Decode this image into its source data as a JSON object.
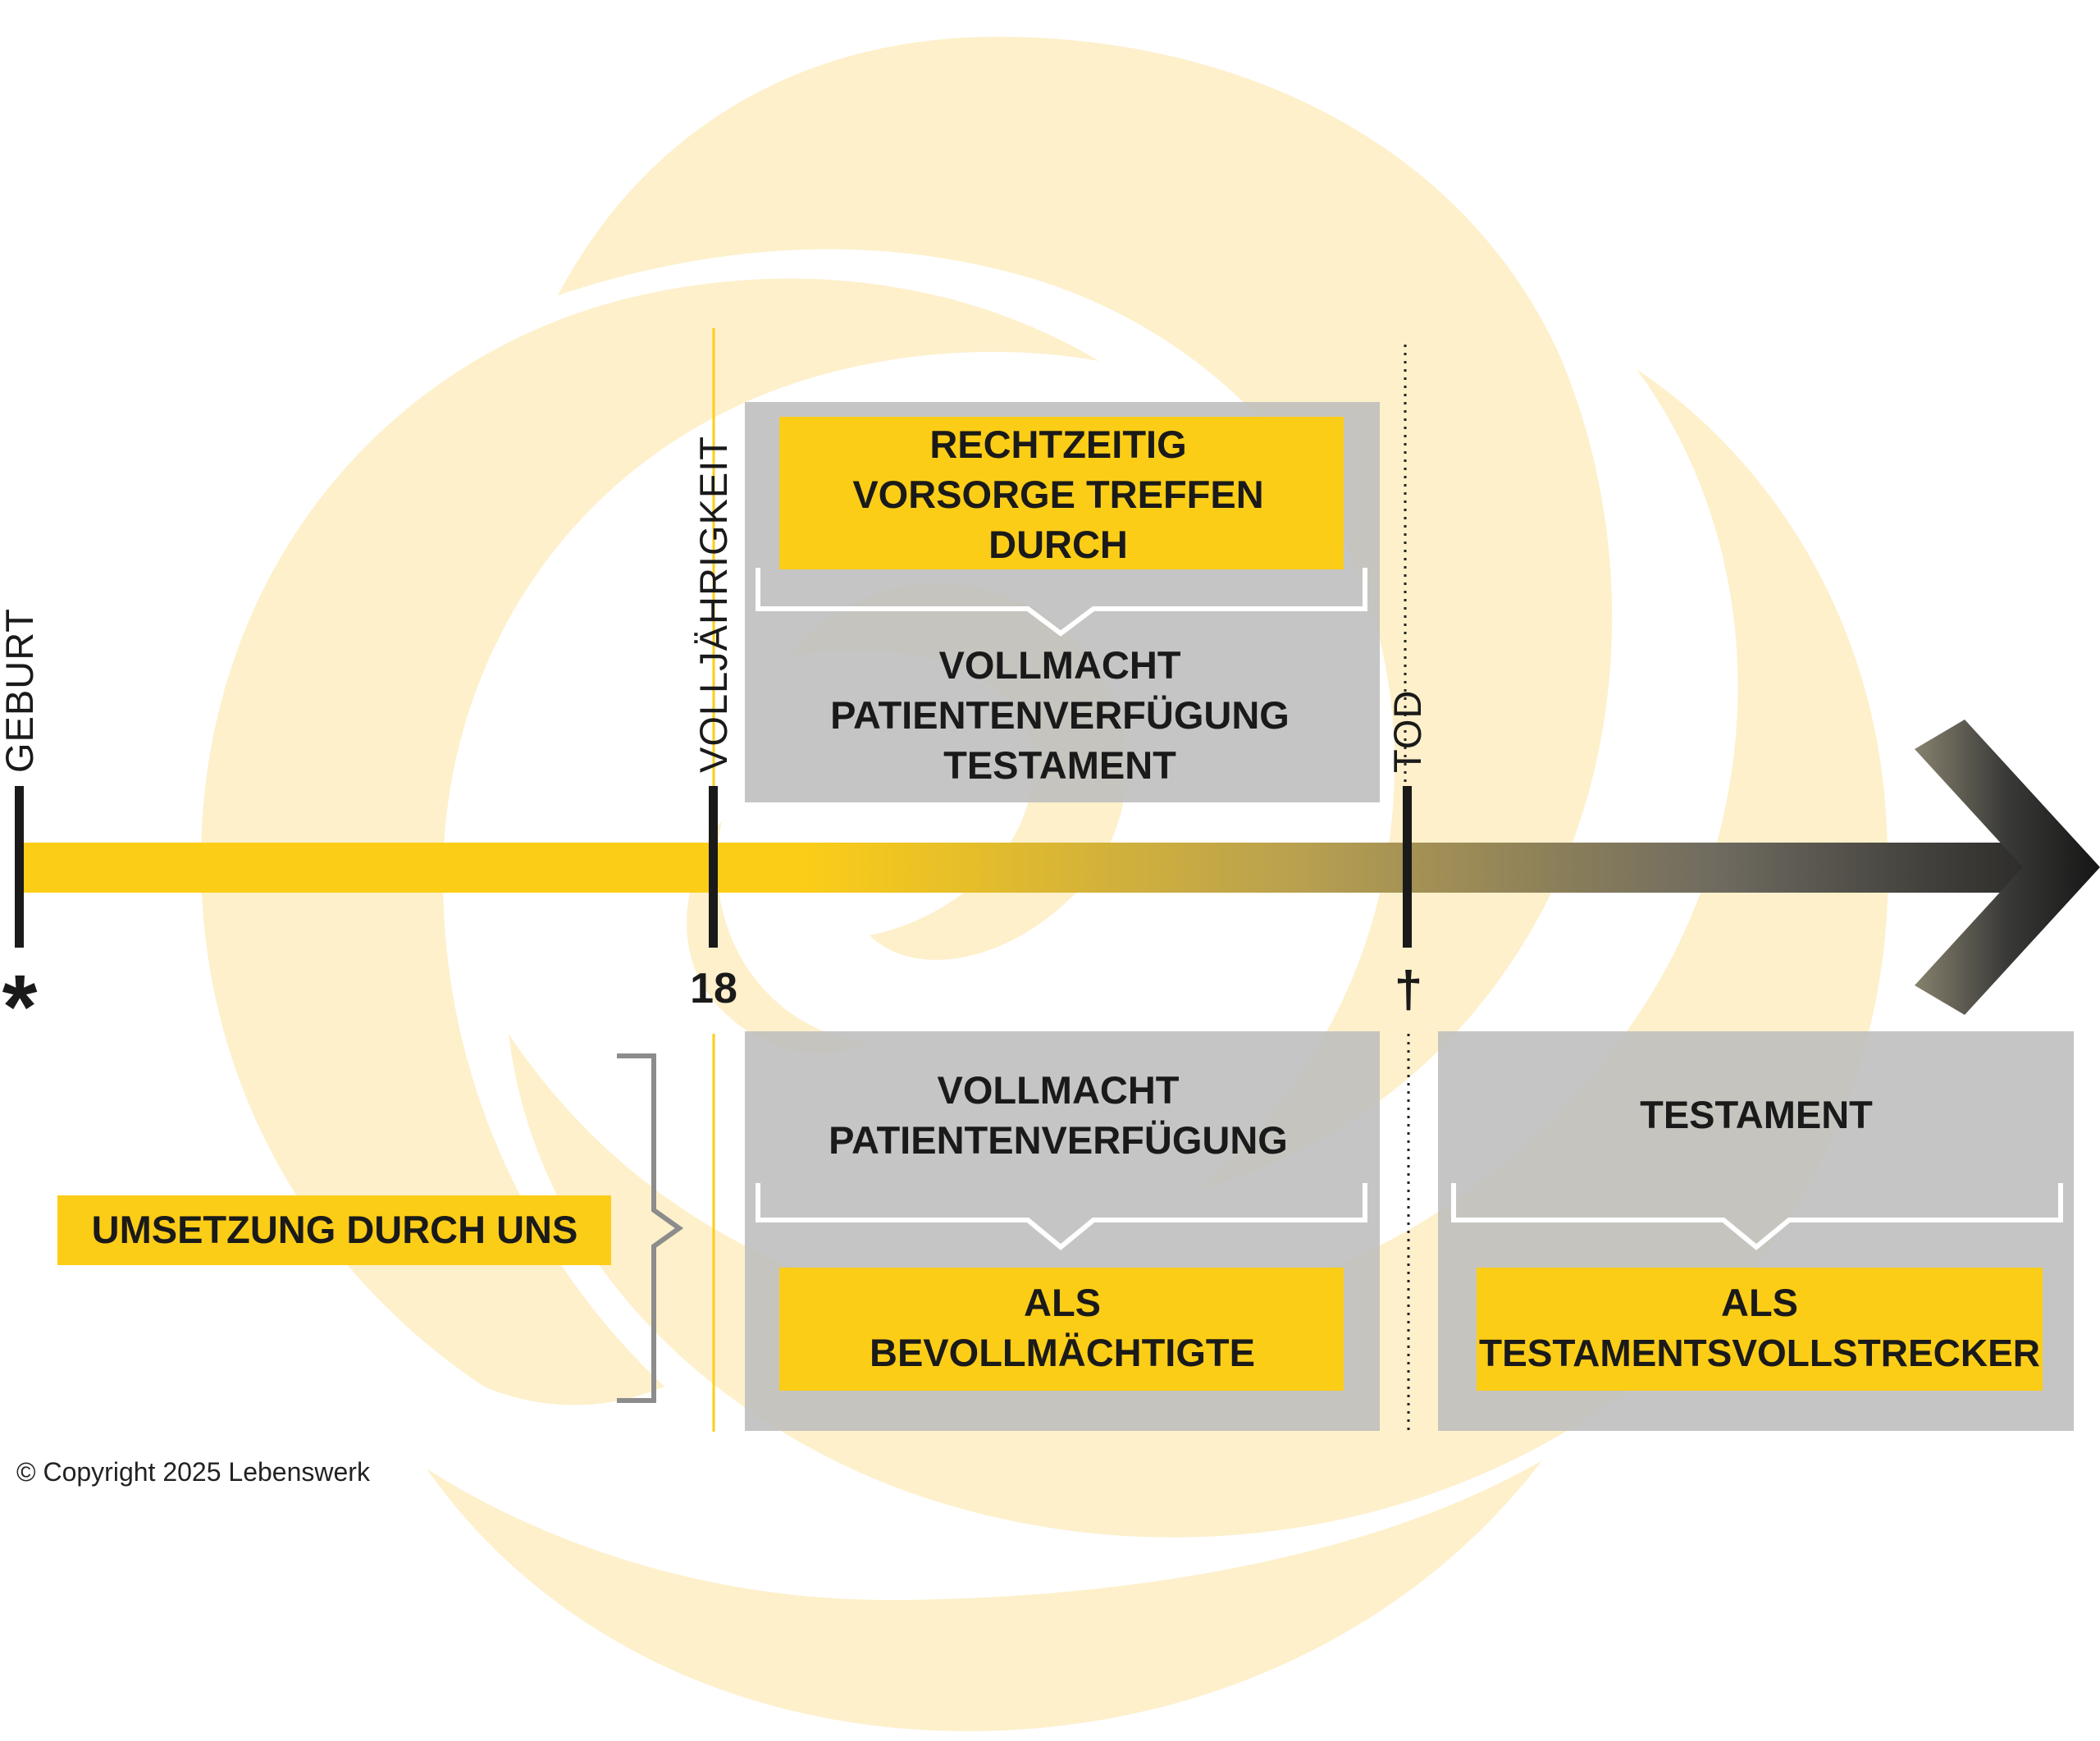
{
  "milestones": {
    "birth": {
      "label": "GEBURT",
      "symbol": "*"
    },
    "adulthood": {
      "label": "VOLLJÄHRIGKEIT",
      "symbol": "18"
    },
    "death": {
      "label": "TOD",
      "symbol": "†"
    }
  },
  "top_box": {
    "header": [
      "RECHTZEITIG",
      "VORSORGE TREFFEN",
      "DURCH"
    ],
    "items": [
      "VOLLMACHT",
      "PATIENTENVERFÜGUNG",
      "TESTAMENT"
    ]
  },
  "bottom_left_box": {
    "items": [
      "VOLLMACHT",
      "PATIENTENVERFÜGUNG"
    ],
    "role": [
      "ALS",
      "BEVOLLMÄCHTIGTE"
    ]
  },
  "bottom_right_box": {
    "items": [
      "TESTAMENT"
    ],
    "role": [
      "ALS",
      "TESTAMENTSVOLLSTRECKER"
    ]
  },
  "implementation_label": "UMSETZUNG DURCH UNS",
  "copyright": "© Copyright 2025 Lebenswerk",
  "colors": {
    "accent_yellow": "#FCCD17",
    "box_gray": "#BDBDBD",
    "swirl": "#FDF0CB",
    "text": "#1A1A1A",
    "arrow_dark": "#1E1E1E"
  }
}
